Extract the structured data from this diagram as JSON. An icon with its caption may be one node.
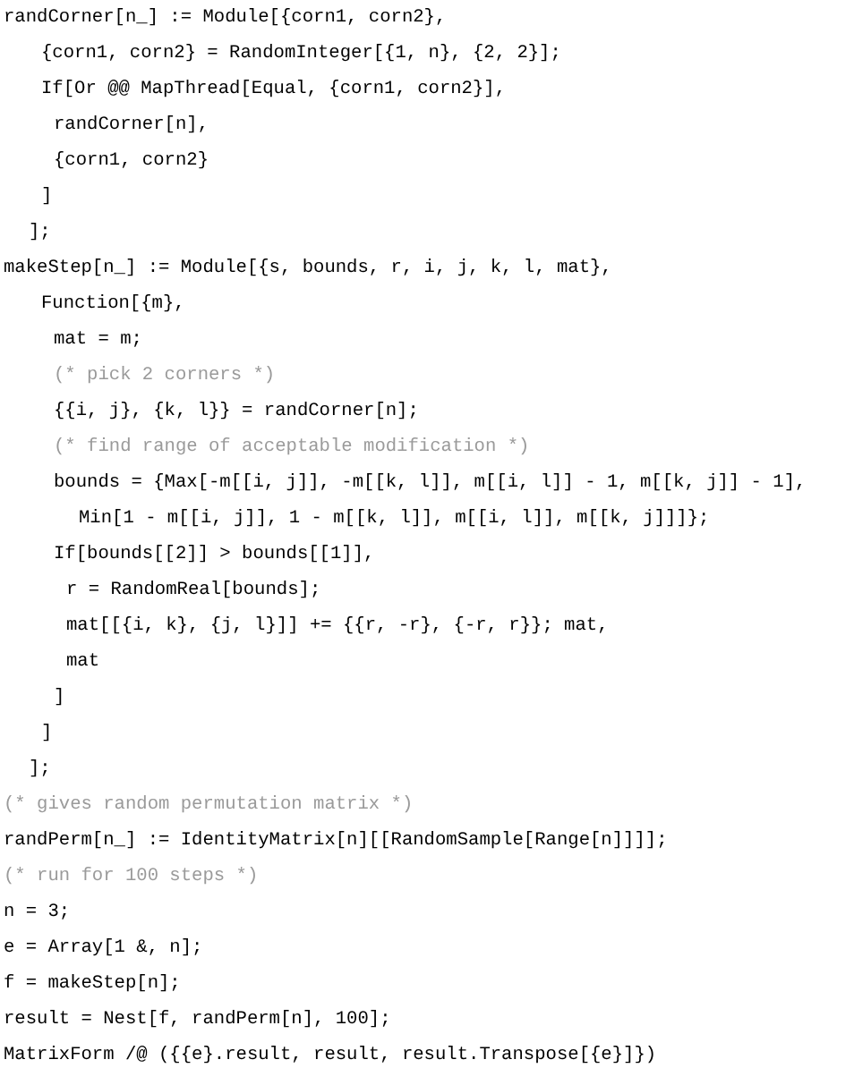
{
  "diagram": {
    "labels": [
      "randCorner[n_] := Module[{corn1, corn2},",
      "{corn1, corn2} = RandomInteger[{1, n}, {2, 2}];",
      "If[Or @@ MapThread[Equal, {corn1, corn2}],",
      "randCorner[n],",
      "{corn1, corn2}",
      "]",
      "];",
      "makeStep[n_] := Module[{s, bounds, r, i, j, k, l, mat},",
      "Function[{m},",
      "mat = m;",
      "(* pick 2 corners *)",
      "{{i, j}, {k, l}} = randCorner[n];",
      "(* find range of acceptable modification *)",
      "bounds = {Max[-m[[i, j]], -m[[k, l]], m[[i, l]] - 1, m[[k, j]] - 1],",
      "Min[1 - m[[i, j]], 1 - m[[k, l]], m[[i, l]], m[[k, j]]]};",
      "If[bounds[[2]] > bounds[[1]],",
      "r = RandomReal[bounds];",
      "mat[[{i, k}, {j, l}]] += {{r, -r}, {-r, r}}; mat,",
      "mat",
      "]",
      "]",
      "];",
      "(* gives random permutation matrix *)",
      "randPerm[n_] := IdentityMatrix[n][[RandomSample[Range[n]]]];",
      "(* run for 100 steps *)",
      "n = 3;",
      "e = Array[1 &, n];",
      "f = makeStep[n];",
      "result = Nest[f, randPerm[n], 100];",
      "MatrixForm /@ ({{e}.result, result, result.Transpose[{e}]})"
    ]
  }
}
